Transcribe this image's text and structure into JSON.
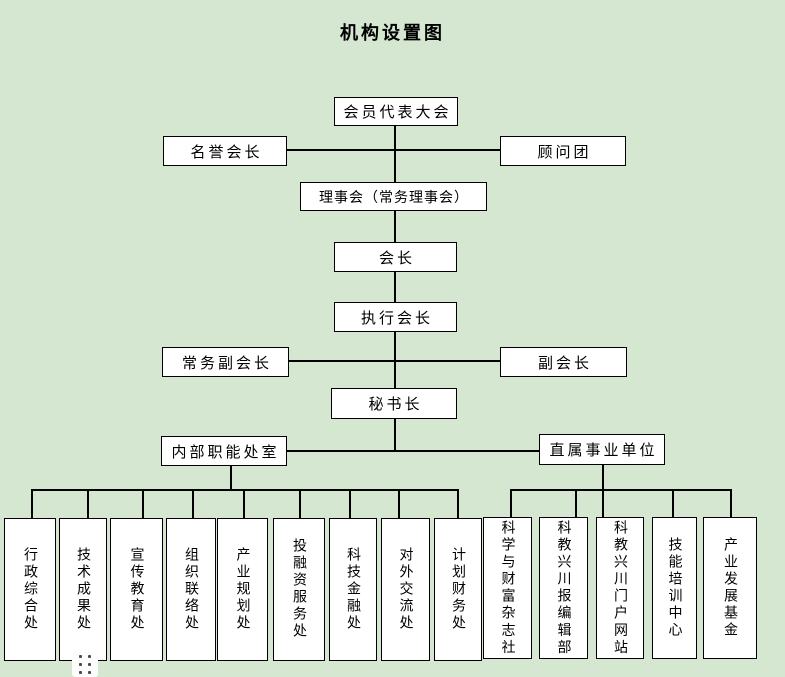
{
  "title": "机构设置图",
  "colors": {
    "background": "#d5e7d0",
    "box_fill": "#ffffff",
    "line": "#000000",
    "text": "#000000"
  },
  "nodes": {
    "members_assembly": "会员代表大会",
    "honorary_president": "名誉会长",
    "advisory_group": "顾问团",
    "council": "理事会（常务理事会）",
    "president": "会长",
    "executive_president": "执行会长",
    "standing_vice_president": "常务副会长",
    "vice_president": "副会长",
    "secretary_general": "秘书长",
    "internal_offices": "内部职能处室",
    "directly_affiliated_units": "直属事业单位"
  },
  "internal_departments": [
    "行政综合处",
    "技术成果处",
    "宣传教育处",
    "组织联络处",
    "产业规划处",
    "投融资服务处",
    "科技金融处",
    "对外交流处",
    "计划财务处"
  ],
  "affiliated_units": [
    "科学与财富杂志社",
    "科教兴川报编辑部",
    "科教兴川门户网站",
    "技能培训中心",
    "产业发展基金"
  ]
}
